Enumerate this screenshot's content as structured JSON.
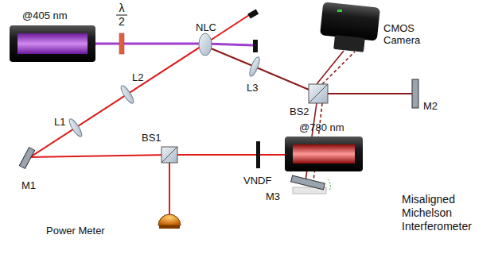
{
  "diagram": {
    "nodes": [
      {
        "text": [
          "Misaligned Michelson Interferometer"
        ]
      }
    ],
    "labels": [
      "@405 nm",
      "λ 2",
      "NLC",
      "L1",
      "L2",
      "M1",
      "BS1",
      "VNDF",
      "@780 nm",
      "Power Meter",
      "L3",
      "BS2",
      "M2",
      "M3",
      "CMOS Camera"
    ]
  }
}
